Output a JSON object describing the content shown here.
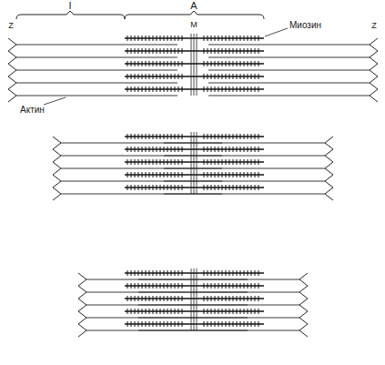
{
  "diagram": {
    "labels": [
      "I",
      "A",
      "Z",
      "M",
      "Z",
      "Миозин",
      "Актин"
    ]
  }
}
